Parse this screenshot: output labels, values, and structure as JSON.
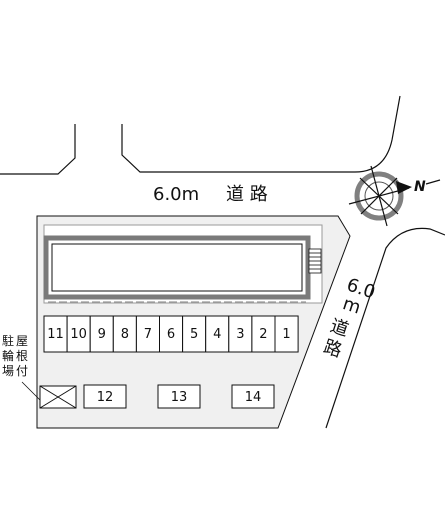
{
  "roads": {
    "top": {
      "width_label": "6.0m",
      "name": "道 路"
    },
    "right": {
      "width_line1": "6.0",
      "width_line2": "m",
      "name_line1": "道",
      "name_line2": "路"
    }
  },
  "compass": {
    "direction_label": "N"
  },
  "parking": {
    "row_slots": [
      "11",
      "10",
      "9",
      "8",
      "7",
      "6",
      "5",
      "4",
      "3",
      "2",
      "1"
    ],
    "lower_slots": [
      "12",
      "13",
      "14"
    ]
  },
  "bike_parking": {
    "label": [
      "駐",
      "輪",
      "場",
      "屋",
      "根",
      "付"
    ]
  },
  "colors": {
    "line": "#111111",
    "lot_fill": "#f0f0f0",
    "building_frame": "#7a7a7a",
    "compass_ring": "#808080"
  }
}
